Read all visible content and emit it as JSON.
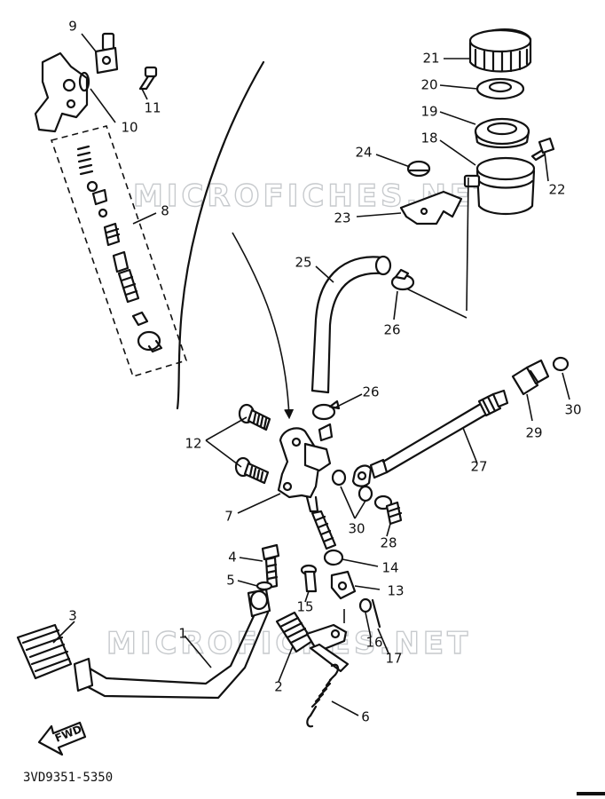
{
  "watermark": "MICROFICHES.NET",
  "fwd_label": "FWD",
  "diagram_code": "3VD9351-5350",
  "callouts": [
    "1",
    "2",
    "3",
    "4",
    "5",
    "6",
    "7",
    "8",
    "9",
    "10",
    "11",
    "12",
    "13",
    "14",
    "15",
    "16",
    "17",
    "18",
    "19",
    "20",
    "21",
    "22",
    "23",
    "24",
    "25",
    "26",
    "26",
    "27",
    "28",
    "29",
    "30",
    "30"
  ]
}
